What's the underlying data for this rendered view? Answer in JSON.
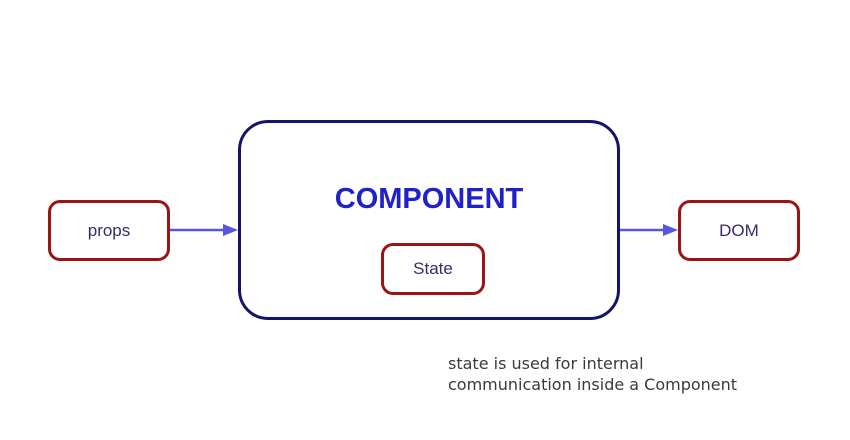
{
  "diagram": {
    "nodes": {
      "props": {
        "label": "props"
      },
      "component": {
        "label": "COMPONENT"
      },
      "state": {
        "label": "State"
      },
      "dom": {
        "label": "DOM"
      }
    },
    "arrows": [
      {
        "name": "props-to-component"
      },
      {
        "name": "component-to-dom"
      }
    ],
    "caption": {
      "lines": [
        "state is used for internal",
        "communication inside a Component"
      ]
    },
    "colors": {
      "box_border_red": "#9b1414",
      "component_border_navy": "#14146b",
      "arrow_blue": "#5555dd",
      "component_title_blue": "#2121cc",
      "node_label_purple": "#3b2a66",
      "caption_gray": "#3a3a3a",
      "background": "#ffffff"
    }
  }
}
